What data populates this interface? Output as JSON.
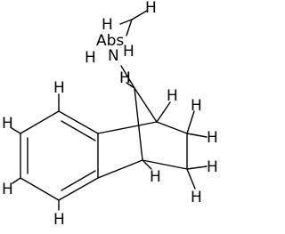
{
  "diagram_type": "chemical-structure",
  "atom_labels": {
    "nh": "N",
    "n_h": "H",
    "methyl_h1": "H",
    "methyl_h2": "H",
    "methyl_h3": "H",
    "bridge_h": "H",
    "bridgehead_top_h": "H",
    "bridgehead_bottom_h": "H",
    "ring_ch2_top_h1": "H",
    "ring_ch2_top_h2": "H",
    "ring_ch2_bottom_h1": "H",
    "ring_ch2_bottom_h2": "H",
    "arom_h1": "H",
    "arom_h2": "H",
    "arom_h3": "H",
    "arom_h4": "H"
  },
  "abs_label": "Abs",
  "colors": {
    "ink": "#000000",
    "background": "#ffffff"
  }
}
